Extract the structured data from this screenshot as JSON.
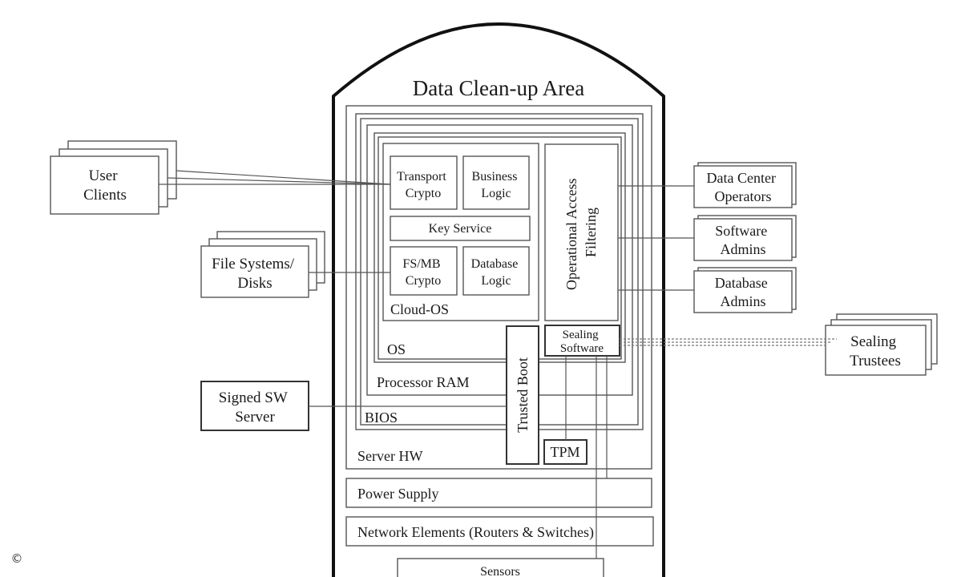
{
  "title": "Data Clean-up Area",
  "layers": {
    "cloud_os": "Cloud-OS",
    "os": "OS",
    "processor_ram": "Processor RAM",
    "bios": "BIOS",
    "server_hw": "Server HW",
    "power_supply": "Power Supply",
    "network": "Network Elements (Routers & Switches)",
    "sensors": "Sensors"
  },
  "components": {
    "transport_crypto": [
      "Transport",
      "Crypto"
    ],
    "business_logic": [
      "Business",
      "Logic"
    ],
    "key_service": "Key Service",
    "fsmb_crypto": [
      "FS/MB",
      "Crypto"
    ],
    "database_logic": [
      "Database",
      "Logic"
    ],
    "operational_access": [
      "Operational Access",
      "Filtering"
    ],
    "sealing_software": [
      "Sealing",
      "Software"
    ],
    "trusted_boot": "Trusted Boot",
    "tpm": "TPM"
  },
  "external": {
    "user_clients": [
      "User",
      "Clients"
    ],
    "file_systems": [
      "File Systems/",
      "Disks"
    ],
    "signed_sw_server": [
      "Signed SW",
      "Server"
    ],
    "data_center_operators": [
      "Data Center",
      "Operators"
    ],
    "software_admins": [
      "Software",
      "Admins"
    ],
    "database_admins": [
      "Database",
      "Admins"
    ],
    "sealing_trustees": [
      "Sealing",
      "Trustees"
    ]
  },
  "copyright_symbol": "©"
}
